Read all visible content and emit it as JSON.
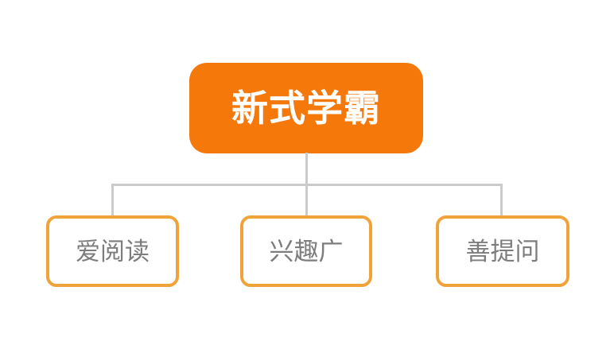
{
  "diagram": {
    "root": {
      "label": "新式学霸"
    },
    "children": [
      {
        "label": "爱阅读"
      },
      {
        "label": "兴趣广"
      },
      {
        "label": "善提问"
      }
    ],
    "colors": {
      "background": "#ffffff",
      "root_fill": "#f5780b",
      "root_text": "#ffffff",
      "child_border": "#f0a23b",
      "child_text": "#7d7d7d",
      "connector": "#cbcbcb"
    }
  }
}
